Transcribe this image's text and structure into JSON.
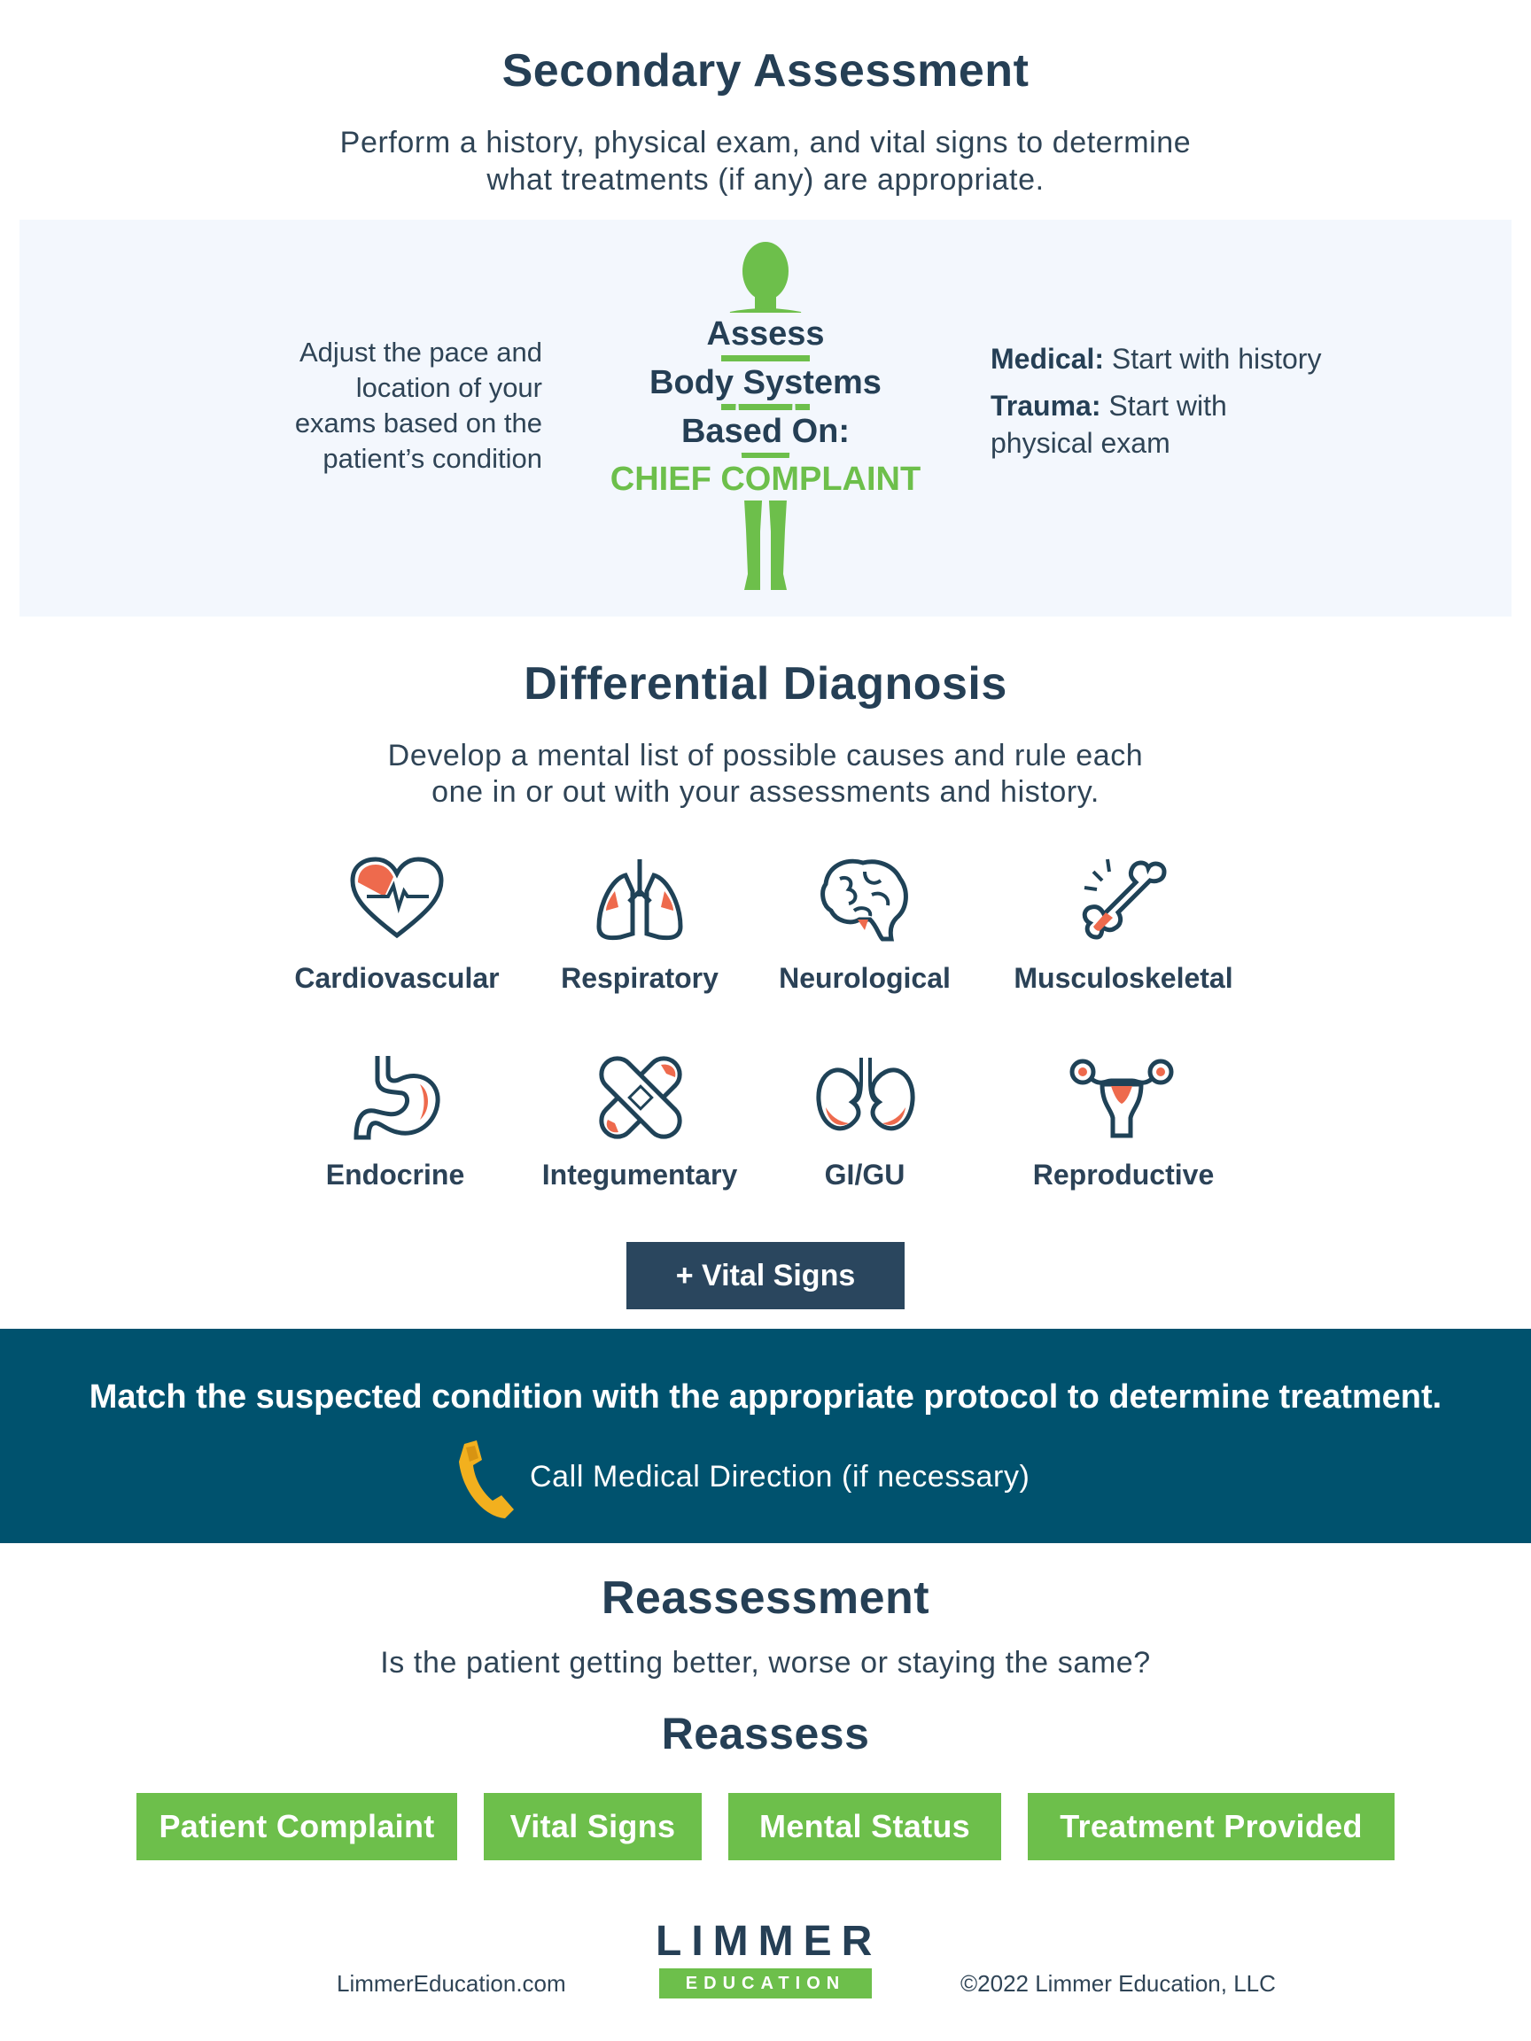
{
  "header": {
    "title": "Secondary Assessment",
    "subtitle_line1": "Perform a history, physical exam, and vital signs to determine",
    "subtitle_line2": "what treatments (if any) are appropriate."
  },
  "body_section": {
    "left_note_lines": [
      "Adjust the pace and",
      "location of your",
      "exams based on the",
      "patient’s condition"
    ],
    "assess_lines": [
      "Assess",
      "Body Systems",
      "Based On:"
    ],
    "chief_complaint": "CHIEF COMPLAINT",
    "medical_label": "Medical:",
    "medical_text": "Start with history",
    "trauma_label": "Trauma:",
    "trauma_text_line1": "Start with",
    "trauma_text_line2": "physical exam"
  },
  "differential": {
    "title": "Differential Diagnosis",
    "subtitle_line1": "Develop a mental list of possible causes and rule each",
    "subtitle_line2": "one in or out with your assessments and history.",
    "systems": [
      {
        "label": "Cardiovascular",
        "icon": "heart-icon"
      },
      {
        "label": "Respiratory",
        "icon": "lungs-icon"
      },
      {
        "label": "Neurological",
        "icon": "brain-icon"
      },
      {
        "label": "Musculoskeletal",
        "icon": "bone-icon"
      },
      {
        "label": "Endocrine",
        "icon": "stomach-icon"
      },
      {
        "label": "Integumentary",
        "icon": "bandage-icon"
      },
      {
        "label": "GI/GU",
        "icon": "kidneys-icon"
      },
      {
        "label": "Reproductive",
        "icon": "uterus-icon"
      }
    ],
    "vital_signs_button": "+ Vital Signs"
  },
  "protocol": {
    "title": "Match the suspected condition with the appropriate protocol to determine treatment.",
    "call_text": "Call Medical Direction (if necessary)"
  },
  "reassessment": {
    "title": "Reassessment",
    "question": "Is the patient getting better, worse or staying the same?",
    "reassess_title": "Reassess",
    "items": [
      "Patient Complaint",
      "Vital Signs",
      "Mental Status",
      "Treatment Provided"
    ]
  },
  "footer": {
    "website": "LimmerEducation.com",
    "logo_word": "LIMMER",
    "logo_sub": "EDUCATION",
    "copyright": "©2022 Limmer Education, LLC"
  },
  "colors": {
    "navy": "#253f55",
    "green": "#6dbf4b",
    "teal": "#00526e",
    "orange": "#ee6a4d",
    "phone_yellow": "#f2b01e",
    "band": "#f3f7fd"
  }
}
